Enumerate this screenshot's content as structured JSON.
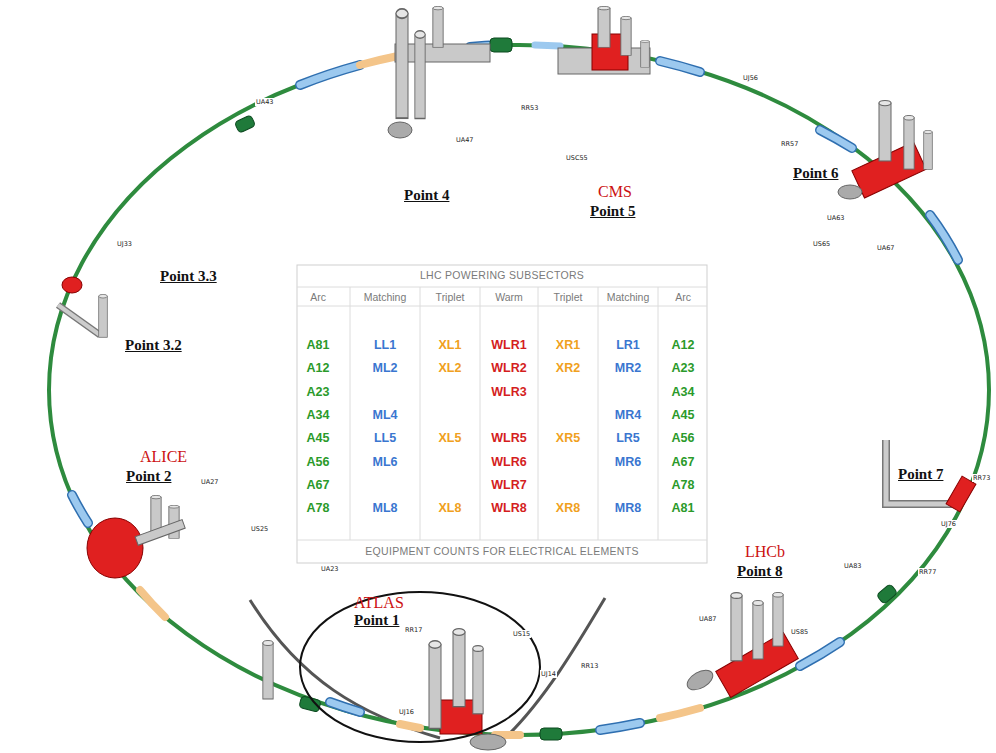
{
  "diagram": {
    "nodes": [
      {
        "text": [
          "LHC POWERING SUBSECTORS",
          "EQUIPMENT COUNTS FOR ELECTRICAL ELEMENTS"
        ]
      },
      {
        "text": [
          "ATLAS",
          "Point 1"
        ]
      }
    ],
    "labels": [
      "Point 4",
      "CMS",
      "Point 5",
      "Point 6",
      "Point 3.3",
      "Point 3.2",
      "ALICE",
      "Point 2",
      "Point 7",
      "LHCb",
      "Point 8",
      "UA43",
      "UA47",
      "RR53",
      "UJ56",
      "USC55",
      "RR57",
      "UA63",
      "US65",
      "UA67",
      "UJ33",
      "UA27",
      "US25",
      "UA23",
      "RR17",
      "US15",
      "UJ14",
      "RR13",
      "UJ16",
      "UA83",
      "UA87",
      "US85",
      "UJ76",
      "RR77",
      "RR73",
      "Arc",
      "Matching",
      "Triplet",
      "Warm",
      "Triplet",
      "Matching",
      "Arc",
      "A81",
      "LL1",
      "XL1",
      "WLR1",
      "XR1",
      "LR1",
      "A12",
      "A12",
      "ML2",
      "XL2",
      "WLR2",
      "XR2",
      "MR2",
      "A23",
      "A23",
      "WLR3",
      "A34",
      "A34",
      "ML4",
      "MR4",
      "A45",
      "A45",
      "LL5",
      "XL5",
      "WLR5",
      "XR5",
      "LR5",
      "A56",
      "A56",
      "ML6",
      "WLR6",
      "MR6",
      "A67",
      "A67",
      "WLR7",
      "A78",
      "A78",
      "ML8",
      "XL8",
      "WLR8",
      "XR8",
      "MR8",
      "A81"
    ]
  }
}
